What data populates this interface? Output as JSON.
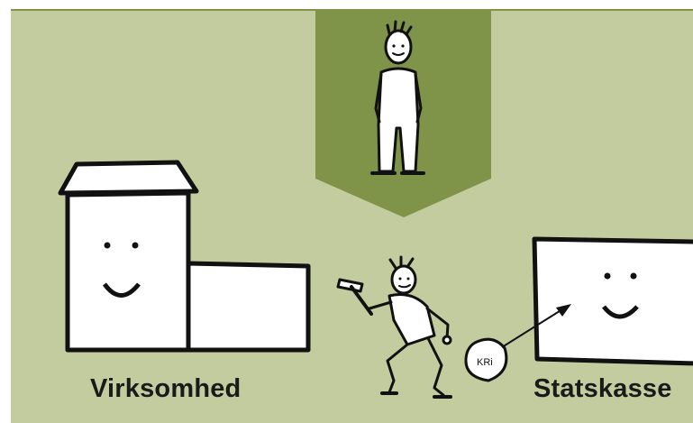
{
  "labels": {
    "company": "Virksomhed",
    "treasury": "Statskasse",
    "bag": "KRi"
  },
  "colors": {
    "background": "#c3cc9f",
    "banner": "#7f9449",
    "ink": "#111111",
    "fill": "#ffffff"
  }
}
